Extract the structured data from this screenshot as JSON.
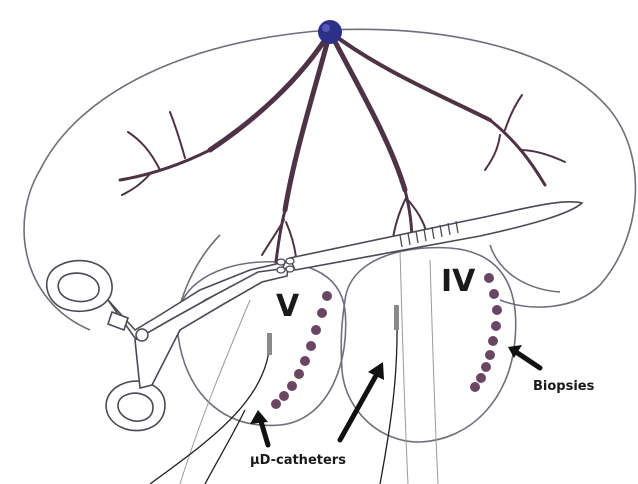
{
  "labels": {
    "segment_v": "V",
    "segment_iv": "IV",
    "biopsies": "Biopsies",
    "catheters": "µD-catheters"
  },
  "colors": {
    "vessel": "#4e3346",
    "hilum": "#2e2f86",
    "biopsy_dot": "#6a4662",
    "outline": "#6f6f7a"
  },
  "figure": {
    "biopsy_sites_segment_v": 9,
    "biopsy_sites_segment_iv": 9,
    "catheters_shown": 3
  }
}
